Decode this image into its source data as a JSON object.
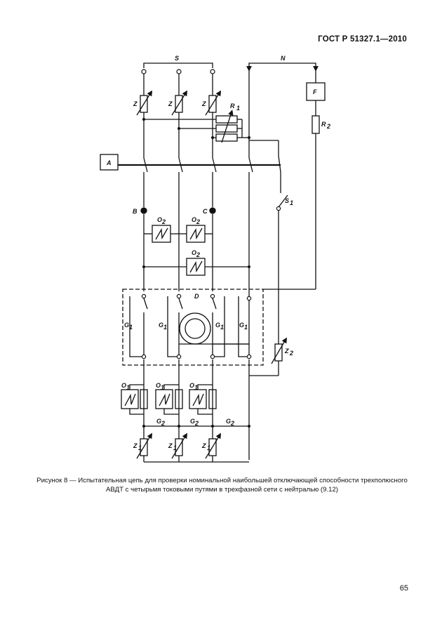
{
  "header": {
    "standard": "ГОСТ Р 51327.1—2010"
  },
  "diagram": {
    "labels": {
      "s": "S",
      "n": "N",
      "f": "F",
      "a": "A",
      "d": "D",
      "r1": "R",
      "r1_sub": "1",
      "r2": "R",
      "r2_sub": "2",
      "s1": "S",
      "s1_sub": "1",
      "z": "Z",
      "z1": "Z",
      "z1_sub": "1",
      "z2": "Z",
      "z2_sub": "2",
      "b": "B",
      "c": "C",
      "o1": "O",
      "o1_sub": "1",
      "o2": "O",
      "o2_sub": "2",
      "g1": "G",
      "g1_sub": "1",
      "g2": "G",
      "g2_sub": "2"
    }
  },
  "caption": {
    "text": "Рисунок 8 — Испытательная цепь для проверки номинальной наибольшей отключающей способности трехполюсного АВДТ с четырьмя токовыми путями в трехфазной сети с нейтралью (9.12)"
  },
  "page": {
    "number": "65"
  }
}
